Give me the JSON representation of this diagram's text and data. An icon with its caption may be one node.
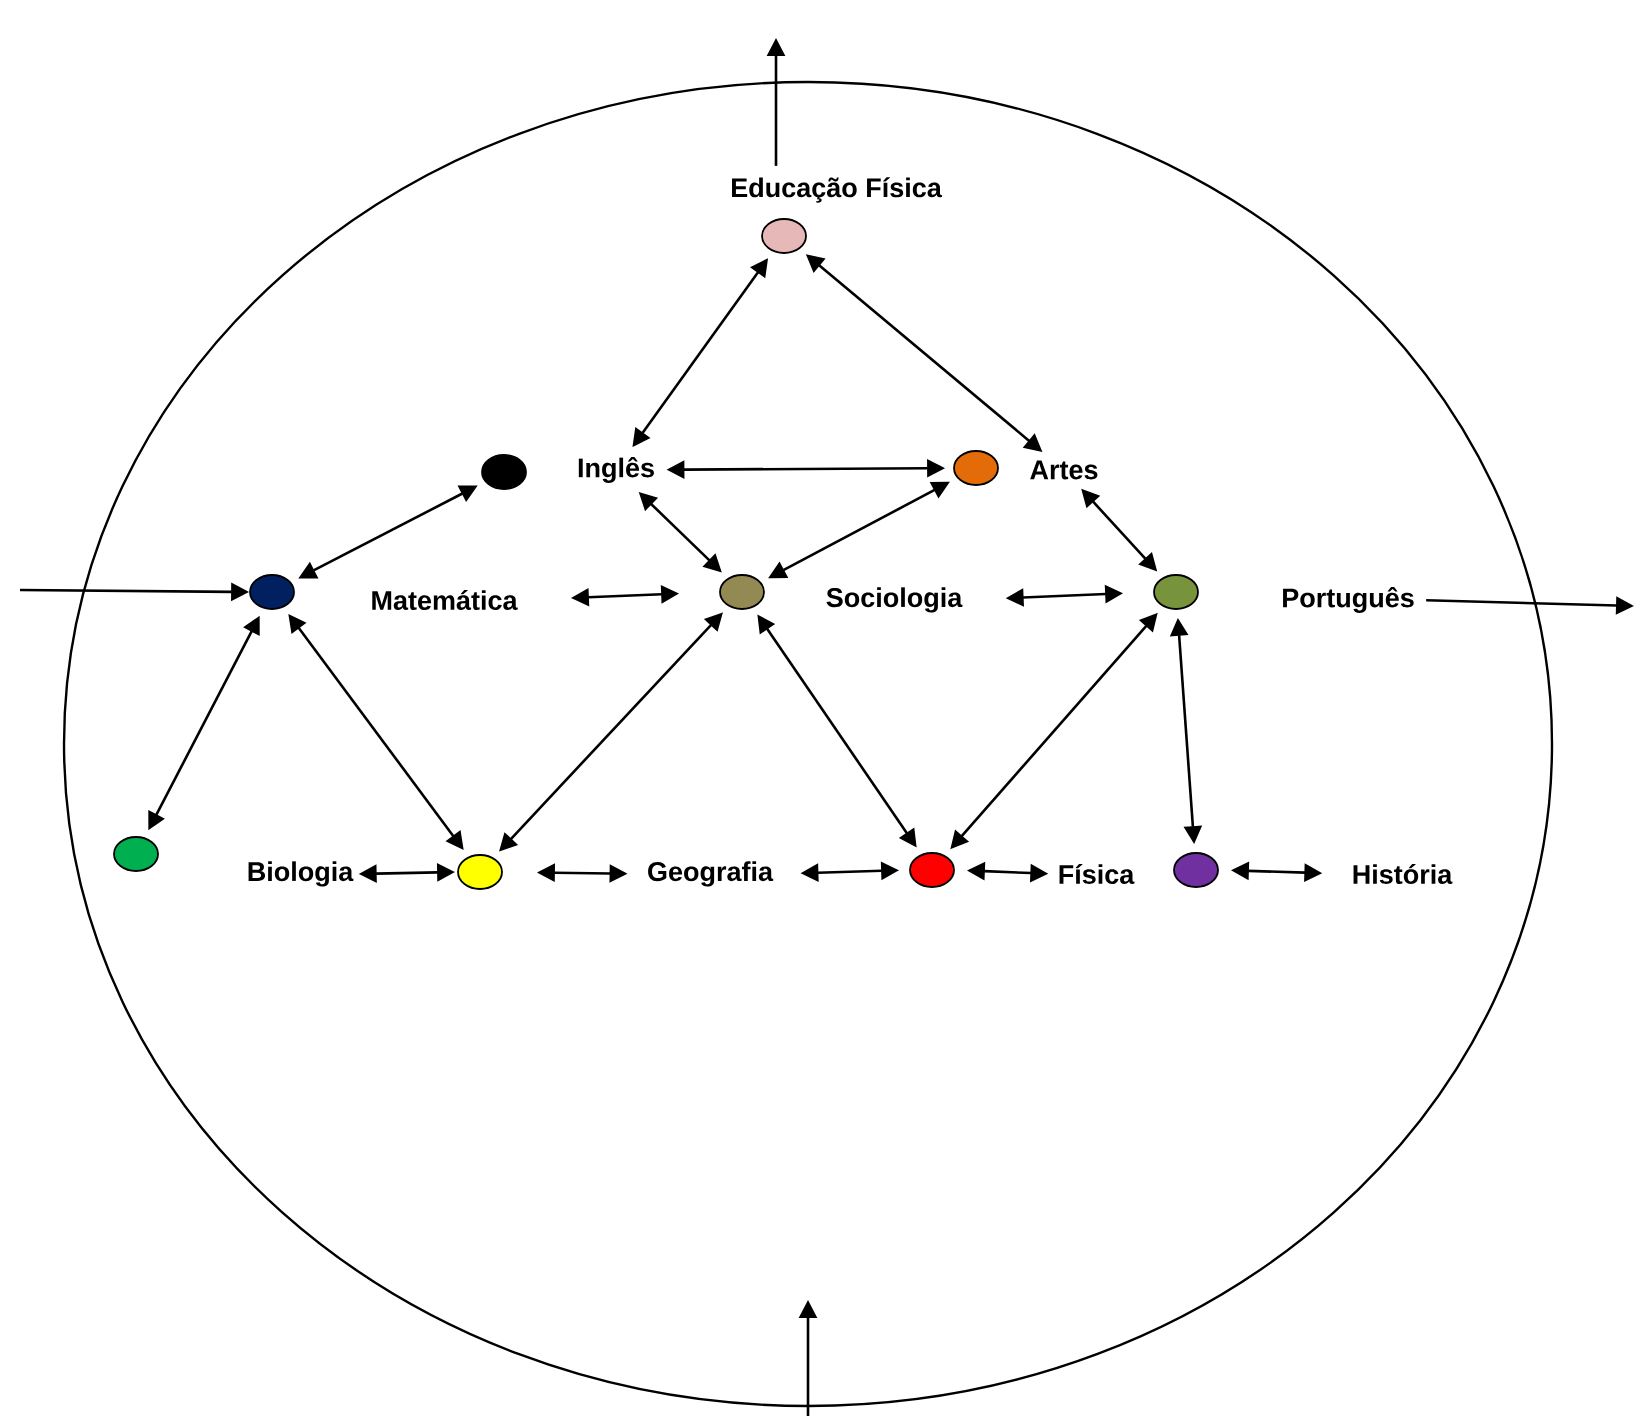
{
  "diagram": {
    "nodes": [
      {
        "text": [],
        "shape": "ellipse"
      },
      {
        "text": [
          "Educação Física"
        ],
        "in": 0
      },
      {
        "text": [],
        "shape": "circle",
        "in": 0
      },
      {
        "text": [],
        "shape": "circle",
        "in": 0
      },
      {
        "text": [
          "Inglês"
        ],
        "in": 0
      },
      {
        "text": [],
        "shape": "circle",
        "in": 0
      },
      {
        "text": [
          "Artes"
        ],
        "in": 0
      },
      {
        "text": [],
        "shape": "circle",
        "in": 0
      },
      {
        "text": [
          "Matemática"
        ],
        "in": 0
      },
      {
        "text": [],
        "shape": "circle",
        "in": 0
      },
      {
        "text": [
          "Sociologia"
        ],
        "in": 0
      },
      {
        "text": [],
        "shape": "circle",
        "in": 0
      },
      {
        "text": [
          "Português"
        ],
        "in": 0
      },
      {
        "text": [],
        "shape": "circle",
        "in": 0
      },
      {
        "text": [
          "Biologia"
        ],
        "in": 0
      },
      {
        "text": [],
        "shape": "circle",
        "in": 0
      },
      {
        "text": [
          "Geografia"
        ],
        "in": 0
      },
      {
        "text": [],
        "shape": "circle",
        "in": 0
      },
      {
        "text": [
          "Física"
        ],
        "in": 0
      },
      {
        "text": [],
        "shape": "circle",
        "in": 0
      },
      {
        "text": [
          "História"
        ],
        "in": 0
      }
    ],
    "edges": [
      {
        "from": 1,
        "to": null,
        "arrow": "to"
      },
      {
        "from": null,
        "to": 7,
        "arrow": "to"
      },
      {
        "from": 12,
        "to": null,
        "arrow": "to"
      },
      {
        "from": 2,
        "to": 4,
        "arrow": "both"
      },
      {
        "from": 2,
        "to": 6,
        "arrow": "both"
      },
      {
        "from": 4,
        "to": 5,
        "arrow": "both"
      },
      {
        "from": 3,
        "to": 7,
        "arrow": "both"
      },
      {
        "from": 4,
        "to": 9,
        "arrow": "both"
      },
      {
        "from": 9,
        "to": 5,
        "arrow": "both"
      },
      {
        "from": 6,
        "to": 11,
        "arrow": "both"
      },
      {
        "from": 8,
        "to": 9,
        "arrow": "both"
      },
      {
        "from": 10,
        "to": 11,
        "arrow": "both"
      },
      {
        "from": 7,
        "to": 13,
        "arrow": "both"
      },
      {
        "from": 7,
        "to": 15,
        "arrow": "both"
      },
      {
        "from": 9,
        "to": 15,
        "arrow": "both"
      },
      {
        "from": 9,
        "to": 17,
        "arrow": "both"
      },
      {
        "from": 11,
        "to": 17,
        "arrow": "both"
      },
      {
        "from": 11,
        "to": 19,
        "arrow": "both"
      },
      {
        "from": 14,
        "to": 15,
        "arrow": "both"
      },
      {
        "from": 15,
        "to": 16,
        "arrow": "both"
      },
      {
        "from": 16,
        "to": 17,
        "arrow": "both"
      },
      {
        "from": 17,
        "to": 18,
        "arrow": "both"
      },
      {
        "from": 19,
        "to": 20,
        "arrow": "both"
      }
    ]
  }
}
